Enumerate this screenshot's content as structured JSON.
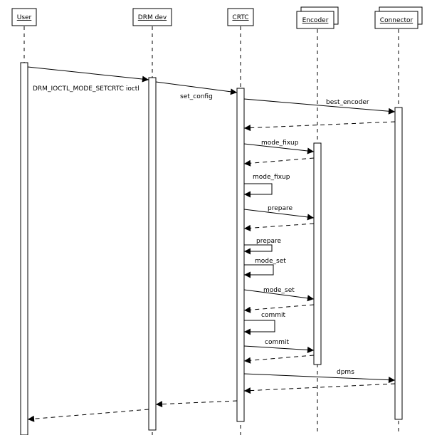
{
  "diagram": {
    "actors": [
      {
        "id": "user",
        "label": "User"
      },
      {
        "id": "drm",
        "label": "DRM dev"
      },
      {
        "id": "crtc",
        "label": "CRTC"
      },
      {
        "id": "encoder",
        "label": "Encoder",
        "stacked": true
      },
      {
        "id": "connector",
        "label": "Connector",
        "stacked": true
      }
    ],
    "messages": [
      {
        "label": "DRM_IOCTL_MODE_SETCRTC ioctl",
        "from": "user",
        "to": "drm",
        "kind": "call"
      },
      {
        "label": "set_config",
        "from": "drm",
        "to": "crtc",
        "kind": "call"
      },
      {
        "label": "best_encoder",
        "from": "crtc",
        "to": "connector",
        "kind": "call"
      },
      {
        "label": "",
        "from": "connector",
        "to": "crtc",
        "kind": "return"
      },
      {
        "label": "mode_fixup",
        "from": "crtc",
        "to": "encoder",
        "kind": "call"
      },
      {
        "label": "",
        "from": "encoder",
        "to": "crtc",
        "kind": "return"
      },
      {
        "label": "mode_fixup",
        "from": "crtc",
        "to": "crtc",
        "kind": "self"
      },
      {
        "label": "prepare",
        "from": "crtc",
        "to": "encoder",
        "kind": "call"
      },
      {
        "label": "",
        "from": "encoder",
        "to": "crtc",
        "kind": "return"
      },
      {
        "label": "prepare",
        "from": "crtc",
        "to": "crtc",
        "kind": "self"
      },
      {
        "label": "mode_set",
        "from": "crtc",
        "to": "crtc",
        "kind": "self"
      },
      {
        "label": "mode_set",
        "from": "crtc",
        "to": "encoder",
        "kind": "call"
      },
      {
        "label": "",
        "from": "encoder",
        "to": "crtc",
        "kind": "return"
      },
      {
        "label": "commit",
        "from": "crtc",
        "to": "crtc",
        "kind": "self"
      },
      {
        "label": "commit",
        "from": "crtc",
        "to": "encoder",
        "kind": "call"
      },
      {
        "label": "",
        "from": "encoder",
        "to": "crtc",
        "kind": "return"
      },
      {
        "label": "dpms",
        "from": "crtc",
        "to": "connector",
        "kind": "call"
      },
      {
        "label": "",
        "from": "connector",
        "to": "crtc",
        "kind": "return"
      },
      {
        "label": "",
        "from": "crtc",
        "to": "drm",
        "kind": "return"
      },
      {
        "label": "",
        "from": "drm",
        "to": "user",
        "kind": "return"
      }
    ]
  }
}
